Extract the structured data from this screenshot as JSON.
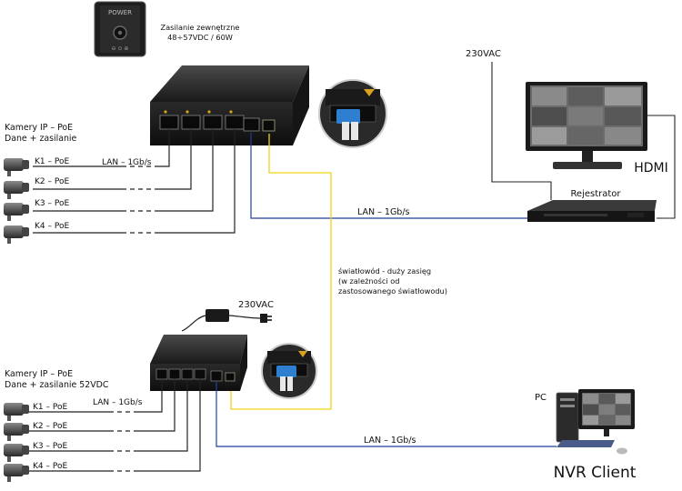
{
  "power_adapter_top": {
    "label": "POWER",
    "caption_line1": "Zasilanie zewnętrzne",
    "caption_line2": "48÷57VDC / 60W"
  },
  "top_group": {
    "title_line1": "Kamery IP – PoE",
    "title_line2": "Dane + zasilanie",
    "cameras": [
      {
        "label": "K1 – PoE"
      },
      {
        "label": "K2 – PoE"
      },
      {
        "label": "K3 – PoE"
      },
      {
        "label": "K4 – PoE"
      }
    ],
    "link_label": "LAN – 1Gb/s"
  },
  "bottom_group": {
    "title_line1": "Kamery IP – PoE",
    "title_line2": "Dane + zasilanie 52VDC",
    "cameras": [
      {
        "label": "K1 – PoE"
      },
      {
        "label": "K2 – PoE"
      },
      {
        "label": "K3 – PoE"
      },
      {
        "label": "K4 – PoE"
      }
    ],
    "link_label": "LAN – 1Gb/s"
  },
  "recorder": {
    "power_label": "230VAC",
    "name": "Rejestrator",
    "hdmi_label": "HDMI",
    "uplink_label": "LAN – 1Gb/s"
  },
  "fiber": {
    "line1": "światłowód - duży zasięg",
    "line2": "(w zależności od",
    "line3": "zastosowanego światłowodu)"
  },
  "bottom_switch": {
    "power_label": "230VAC"
  },
  "pc": {
    "label": "PC",
    "uplink_label": "LAN – 1Gb/s",
    "client_label": "NVR Client"
  },
  "colors": {
    "lan_line": "#1f3f9c",
    "fiber_line": "#f2d21a",
    "camera_line": "#222222",
    "device_body": "#1c1c1c"
  }
}
